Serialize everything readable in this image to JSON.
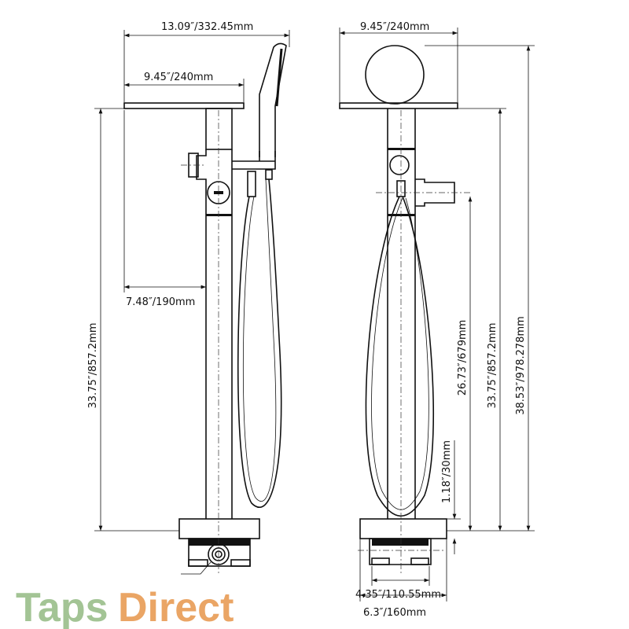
{
  "dimensions": {
    "left_total_width": "13.09″/332.45mm",
    "left_spout_width": "9.45″/240mm",
    "left_reach": "7.48″/190mm",
    "left_height": "33.75″/857.2mm",
    "right_spout_width": "9.45″/240mm",
    "right_diverter_height": "26.73″/679mm",
    "right_spout_height": "33.75″/857.2mm",
    "right_total_height": "38.53″/978.278mm",
    "right_base_thickness": "1.18″/30mm",
    "base_inner_width": "4.35″/110.55mm",
    "base_outer_width": "6.3″/160mm"
  },
  "watermark": {
    "part1": "Taps",
    "part2": "Direct",
    "color1": "#a3c495",
    "color2": "#eaa565"
  }
}
